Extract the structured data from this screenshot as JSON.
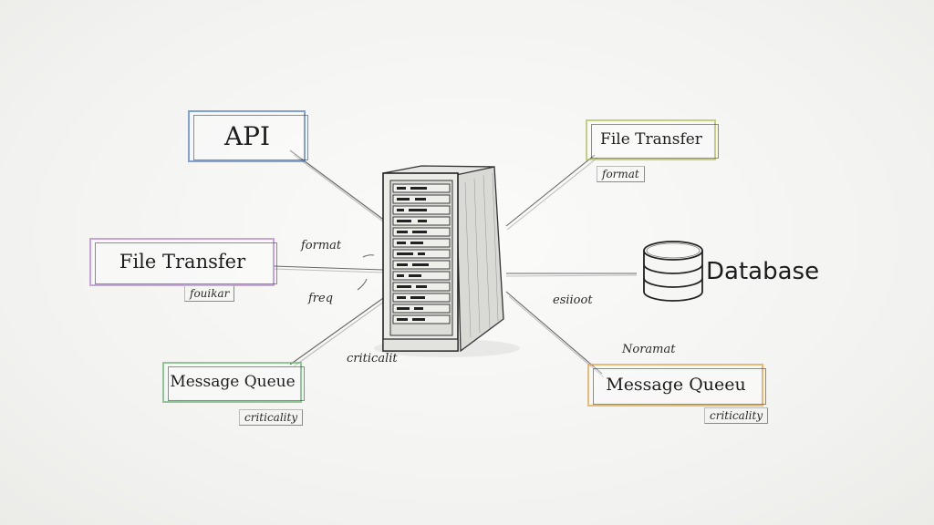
{
  "nodes": {
    "api": {
      "label": "API",
      "color": "#5a86c8"
    },
    "file_transfer_left": {
      "label": "File Transfer",
      "color": "#b68ad6"
    },
    "message_queue_left": {
      "label": "Message Queue",
      "color": "#6fb57c"
    },
    "file_transfer_right": {
      "label": "File Transfer",
      "color": "#b6c060"
    },
    "database": {
      "label": "Database"
    },
    "message_queue_right": {
      "label": "Message Queeu",
      "color": "#e0a84a"
    }
  },
  "tags": {
    "file_transfer_right": "format",
    "file_transfer_left": "fouikar",
    "message_queue_left": "criticality",
    "message_queue_right": "criticality"
  },
  "edge_labels": {
    "format_left": "format",
    "freq": "freq",
    "criticalit": "criticalit",
    "esiioot": "esiioot",
    "noramat": "Noramat"
  }
}
